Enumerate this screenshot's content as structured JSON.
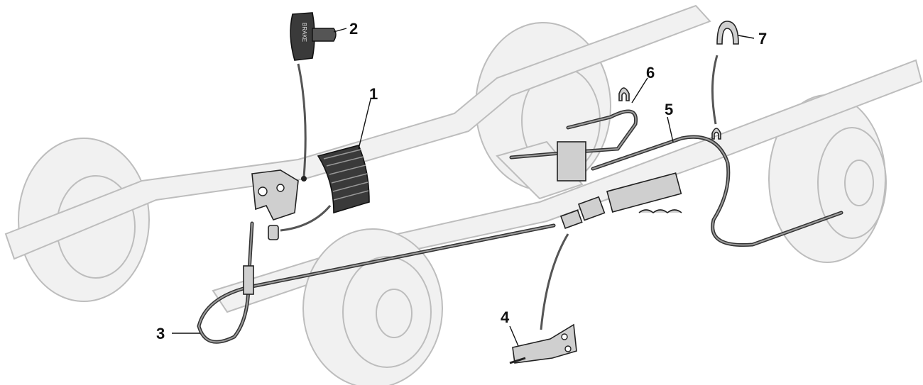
{
  "callouts": [
    {
      "id": "1",
      "label": "1"
    },
    {
      "id": "2",
      "label": "2"
    },
    {
      "id": "3",
      "label": "3"
    },
    {
      "id": "4",
      "label": "4"
    },
    {
      "id": "5",
      "label": "5"
    },
    {
      "id": "6",
      "label": "6"
    },
    {
      "id": "7",
      "label": "7"
    }
  ],
  "handle_text": "BRAKE",
  "colors": {
    "ghost_outline": "#bdbdbd",
    "part_fill": "#cfcfcf",
    "ink": "#222222"
  }
}
